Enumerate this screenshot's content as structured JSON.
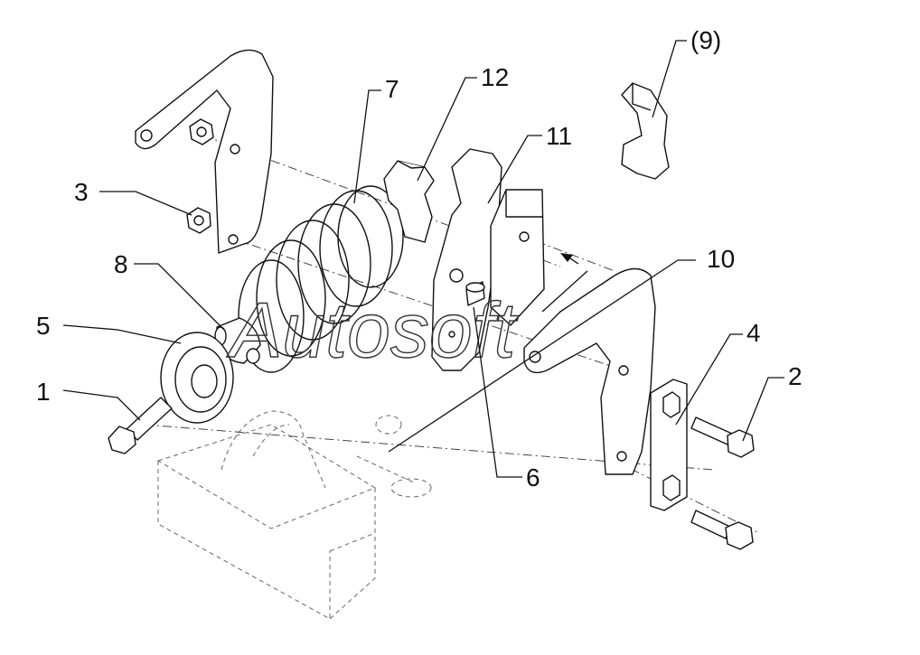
{
  "labels": {
    "c1": "1",
    "c2": "2",
    "c3": "3",
    "c4": "4",
    "c5": "5",
    "c6": "6",
    "c7": "7",
    "c8": "8",
    "c9": "(9)",
    "c10": "10",
    "c11": "11",
    "c12": "12"
  },
  "watermark": "Autosoft"
}
